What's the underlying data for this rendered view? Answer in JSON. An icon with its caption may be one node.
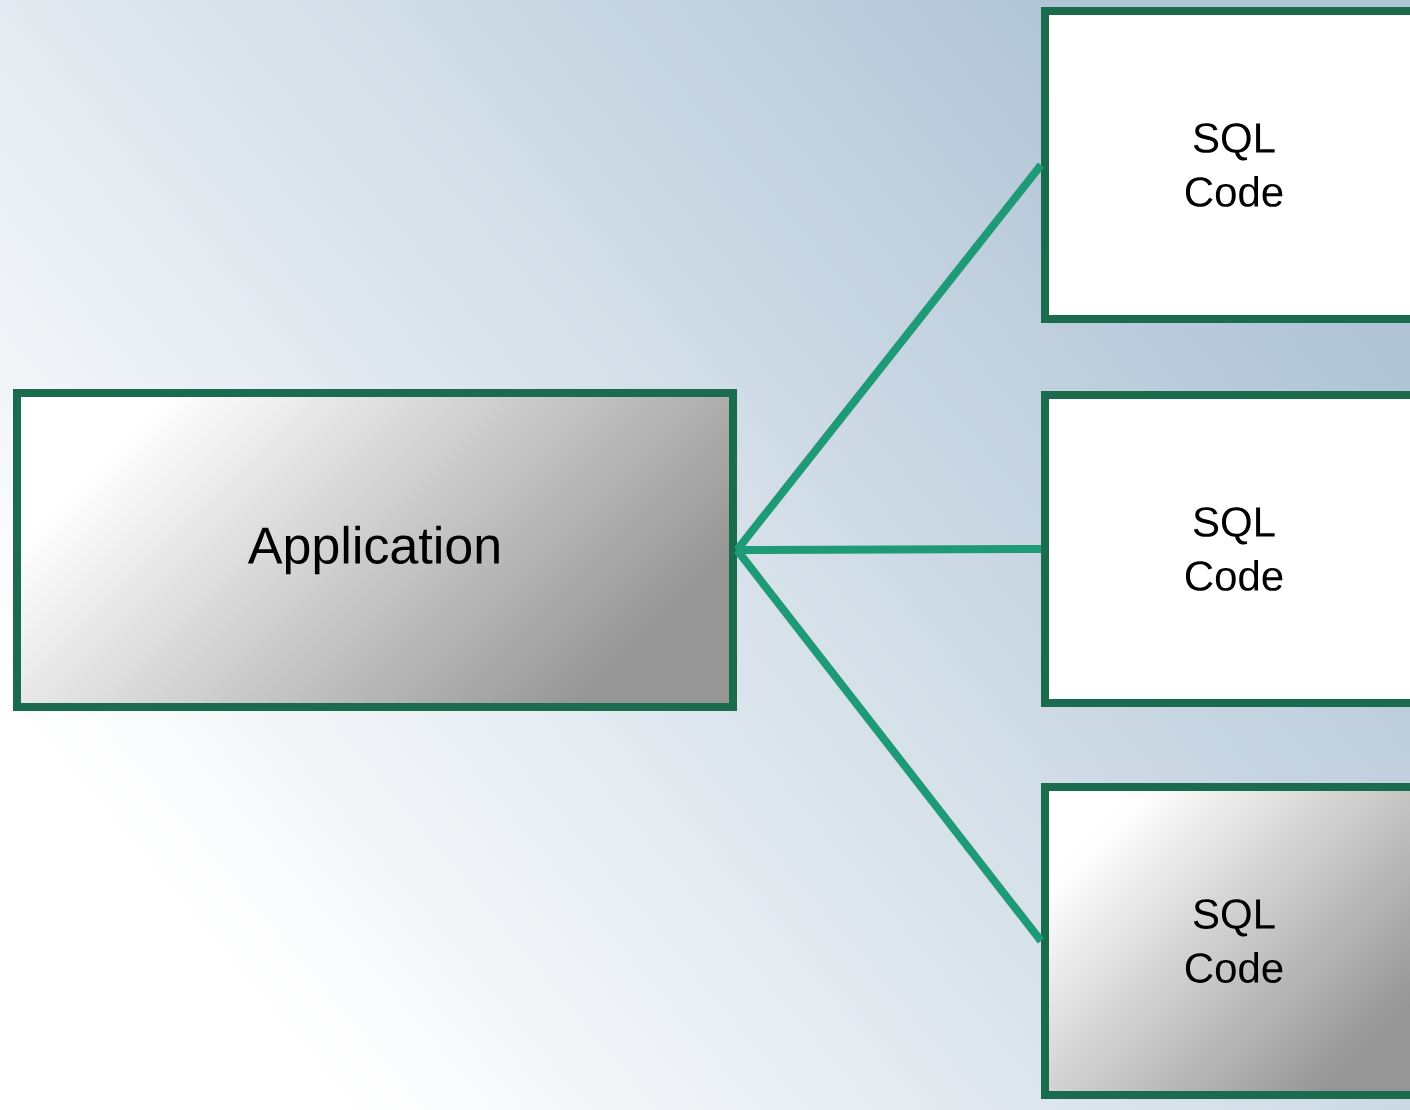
{
  "diagram": {
    "nodes": [
      {
        "text": [
          "Application"
        ]
      },
      {
        "text": [
          "SQL Code"
        ]
      },
      {
        "text": [
          "SQL Code"
        ]
      },
      {
        "text": [
          "SQL Code"
        ]
      }
    ],
    "edges": [
      {
        "from": 0,
        "to": 1,
        "arrow": "none"
      },
      {
        "from": 0,
        "to": 2,
        "arrow": "none"
      },
      {
        "from": 0,
        "to": 3,
        "arrow": "none"
      }
    ]
  }
}
